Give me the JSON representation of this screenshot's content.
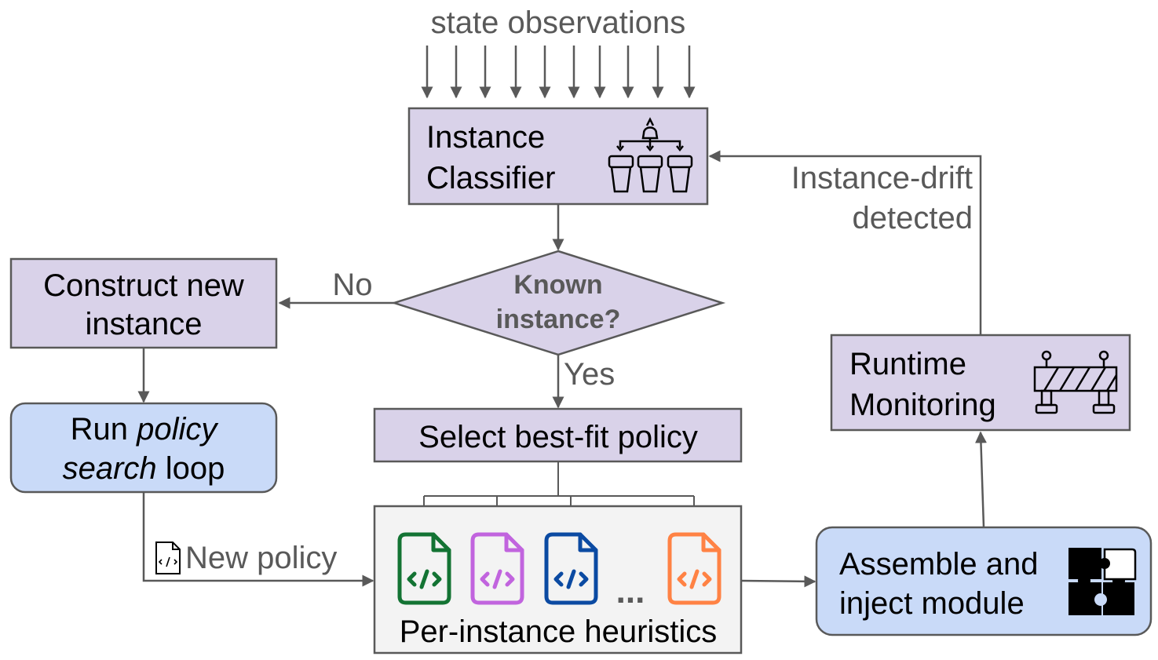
{
  "diagram": {
    "top_input_label": "state observations",
    "nodes": {
      "instance_classifier": {
        "line1": "Instance",
        "line2": "Classifier",
        "icon": "sorting-bins-icon"
      },
      "known_instance": {
        "line1": "Known",
        "line2": "instance?"
      },
      "construct_new_instance": {
        "line1": "Construct new",
        "line2": "instance"
      },
      "run_policy_search": {
        "line1_plain": "Run ",
        "line1_italic": "policy",
        "line2_italic": "search",
        "line2_plain": " loop"
      },
      "select_best_fit_policy": {
        "label": "Select best-fit policy"
      },
      "per_instance_heuristics": {
        "label": "Per-instance heuristics",
        "ellipsis": "...",
        "icon": "code-file-icon"
      },
      "assemble_inject": {
        "line1": "Assemble and",
        "line2": "inject module",
        "icon": "puzzle-icon"
      },
      "runtime_monitoring": {
        "line1": "Runtime",
        "line2": "Monitoring",
        "icon": "barrier-icon"
      }
    },
    "edge_labels": {
      "no": "No",
      "yes": "Yes",
      "new_policy": "New policy",
      "drift_line1": "Instance-drift",
      "drift_line2": "detected"
    },
    "colors": {
      "purple_fill": "#d9d2e9",
      "blue_fill": "#c9daf8",
      "grey_fill": "#f3f3f3",
      "stroke": "#595959",
      "label_grey": "#595959",
      "code_green": "#137333",
      "code_purple": "#c164de",
      "code_blue": "#0b4aa2",
      "code_orange": "#ff8244"
    }
  }
}
